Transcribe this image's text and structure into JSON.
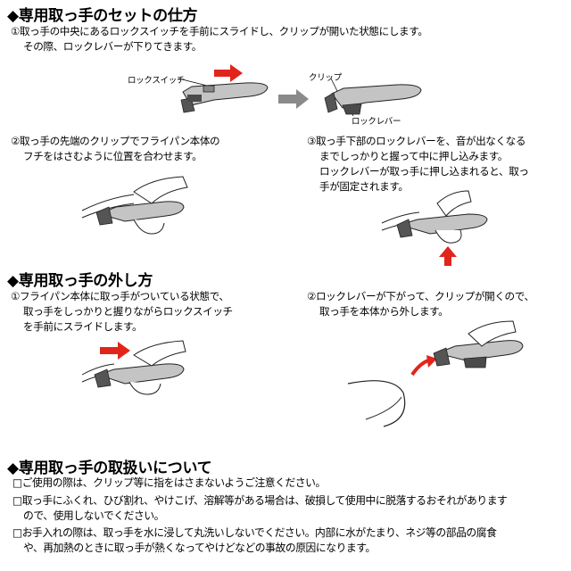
{
  "section_set": {
    "heading": "◆専用取っ手のセットの仕方",
    "step1": [
      "①取っ手の中央にあるロックスイッチを手前にスライドし、クリップが開いた状態にします。",
      "その際、ロックレバーが下りてきます。"
    ],
    "label_lock_switch": "ロックスイッチ",
    "label_clip": "クリップ",
    "label_lock_lever": "ロックレバー",
    "step2": [
      "②取っ手の先端のクリップでフライパン本体の",
      "フチをはさむように位置を合わせます。"
    ],
    "step3": [
      "③取っ手下部のロックレバーを、音が出なくなる",
      "までしっかりと握って中に押し込みます。",
      "ロックレバーが取っ手に押し込まれると、取っ",
      "手が固定されます。"
    ]
  },
  "section_remove": {
    "heading": "◆専用取っ手の外し方",
    "step1": [
      "①フライパン本体に取っ手がついている状態で、",
      "取っ手をしっかりと握りながらロックスイッチ",
      "を手前にスライドします。"
    ],
    "step2": [
      "②ロックレバーが下がって、クリップが開くので、",
      "取っ手を本体から外します。"
    ]
  },
  "section_handling": {
    "heading": "◆専用取っ手の取扱いについて",
    "notes": [
      [
        "□ご使用の際は、クリップ等に指をはさまないようご注意ください。"
      ],
      [
        "□取っ手にふくれ、ひび割れ、やけこげ、溶解等がある場合は、破損して使用中に脱落するおそれがあります",
        "ので、使用しないでください。"
      ],
      [
        "□お手入れの際は、取っ手を水に浸して丸洗いしないでください。内部に水がたまり、ネジ等の部品の腐食",
        "や、再加熱のときに取っ手が熱くなってやけどなどの事故の原因になります。"
      ]
    ]
  },
  "colors": {
    "arrow_red": "#e1251b",
    "arrow_gray": "#8a8a8a",
    "handle_fill": "#c4c4c4",
    "handle_dark": "#4a4a4a"
  }
}
